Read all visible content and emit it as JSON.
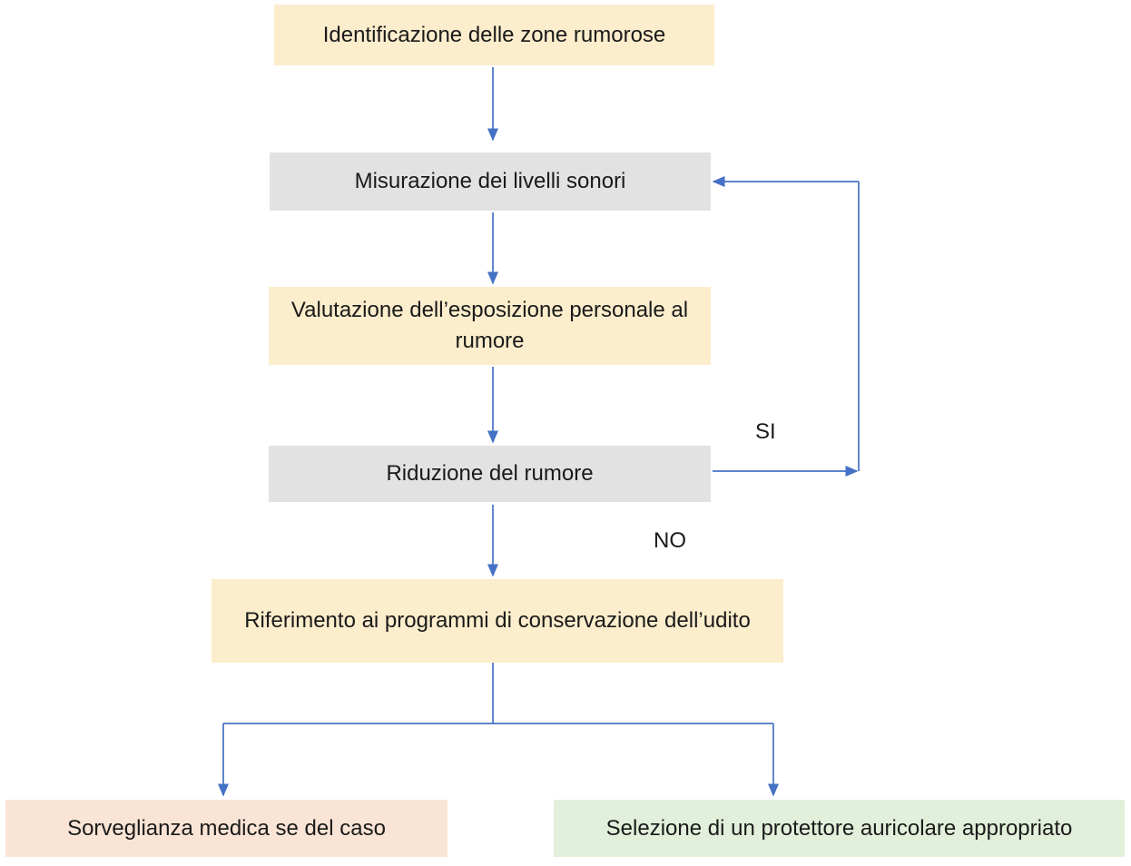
{
  "diagram": {
    "background_color": "#ffffff",
    "connector_color": "#4472C4",
    "text_color": "#1a1a1a",
    "nodes": [
      {
        "id": "identificazione",
        "label": "Identificazione delle zone rumorose",
        "fill": "#FCEDCC"
      },
      {
        "id": "misurazione",
        "label": "Misurazione dei livelli sonori",
        "fill": "#E2E2E2"
      },
      {
        "id": "valutazione",
        "label": "Valutazione dell’esposizione personale al rumore",
        "fill": "#FCEDCC"
      },
      {
        "id": "riduzione",
        "label": "Riduzione del rumore",
        "fill": "#E2E2E2"
      },
      {
        "id": "riferimento",
        "label": "Riferimento ai programmi di conservazione dell’udito",
        "fill": "#FCEDCC"
      },
      {
        "id": "sorveglianza",
        "label": "Sorveglianza medica se del caso",
        "fill": "#FAE4D5"
      },
      {
        "id": "selezione",
        "label": "Selezione di un protettore auricolare appropriato",
        "fill": "#E2EFDA"
      }
    ],
    "branch_labels": {
      "si": "SI",
      "no": "NO"
    }
  }
}
